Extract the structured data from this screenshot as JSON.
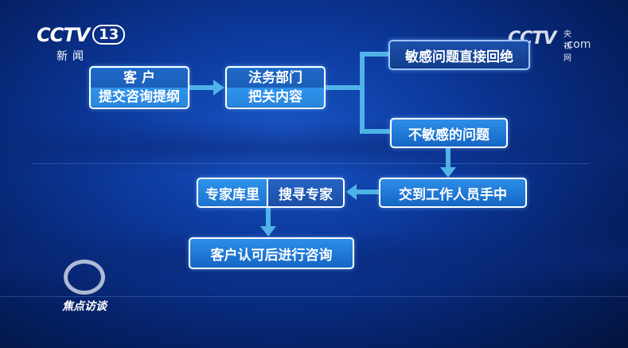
{
  "logos": {
    "channel_brand": "CCTV",
    "channel_number": "13",
    "channel_sub": "新闻",
    "watermark_brand": "CCTV",
    "watermark_cn": "央视网",
    "watermark_com": ".com",
    "show_name": "焦点访谈"
  },
  "flow": {
    "client_title": "客 户",
    "client_action": "提交咨询提纲",
    "legal_title": "法务部门",
    "legal_action": "把关内容",
    "sensitive": "敏感问题直接回绝",
    "non_sensitive": "不敏感的问题",
    "staff": "交到工作人员手中",
    "expert_left": "专家库里",
    "expert_right": "搜寻专家",
    "consult": "客户认可后进行咨询"
  },
  "colors": {
    "box_light": "#2d8ee8",
    "box_dark": "#1466c4",
    "connector": "#4fb3e8",
    "background": "#0c3a9e"
  }
}
